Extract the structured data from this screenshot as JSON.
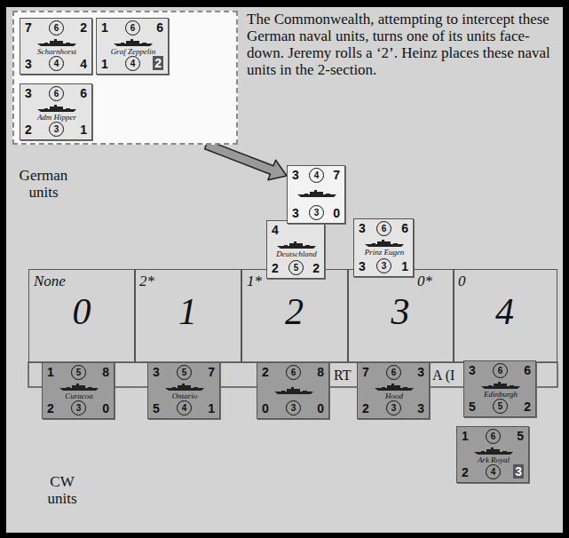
{
  "diagram": {
    "nodes": [
      {
        "text": []
      },
      {
        "text": [
          "7",
          "6",
          "2",
          "Scharnhorst",
          "3",
          "4",
          "4"
        ],
        "in": 0
      },
      {
        "text": [
          "1",
          "6",
          "6",
          "Graf Zeppelin",
          "1",
          "4",
          "2"
        ],
        "in": 0
      },
      {
        "text": [
          "3",
          "6",
          "6",
          "Adm Hipper",
          "2",
          "3",
          "1"
        ],
        "in": 0
      },
      {
        "text": [
          "3",
          "4",
          "7",
          "3",
          "3",
          "0"
        ]
      },
      {
        "text": [
          "4",
          "Deutschland",
          "2",
          "5",
          "2"
        ]
      },
      {
        "text": [
          "3",
          "6",
          "6",
          "Prinz Eugen",
          "3",
          "3",
          "1"
        ]
      },
      {
        "text": [
          "None",
          "0"
        ]
      },
      {
        "text": [
          "2*",
          "1"
        ]
      },
      {
        "text": [
          "1*",
          "2"
        ]
      },
      {
        "text": [
          "0*",
          "3"
        ]
      },
      {
        "text": [
          "0",
          "4"
        ]
      },
      {
        "text": [
          "1",
          "5",
          "8",
          "Curacoa",
          "2",
          "3",
          "0"
        ]
      },
      {
        "text": [
          "3",
          "5",
          "7",
          "Ontario",
          "5",
          "4",
          "1"
        ]
      },
      {
        "text": [
          "2",
          "6",
          "8",
          "0",
          "3",
          "0"
        ]
      },
      {
        "text": [
          "7",
          "6",
          "3",
          "Hood",
          "2",
          "3",
          "3"
        ]
      },
      {
        "text": [
          "3",
          "6",
          "6",
          "Edinburgh",
          "5",
          "5",
          "2"
        ]
      },
      {
        "text": [
          "1",
          "6",
          "5",
          "Ark Royal",
          "2",
          "4",
          "3"
        ]
      }
    ],
    "edges": [
      {
        "from": 0,
        "to": 4,
        "arrow": "to"
      }
    ],
    "labels": [
      "The Commonwealth, attempting to intercept these German naval units, turns one of its units face-down. Jeremy rolls a ‘2’. Heinz places these naval units in the 2-section.",
      "German units",
      "RT",
      "A (I",
      "CW units"
    ]
  }
}
